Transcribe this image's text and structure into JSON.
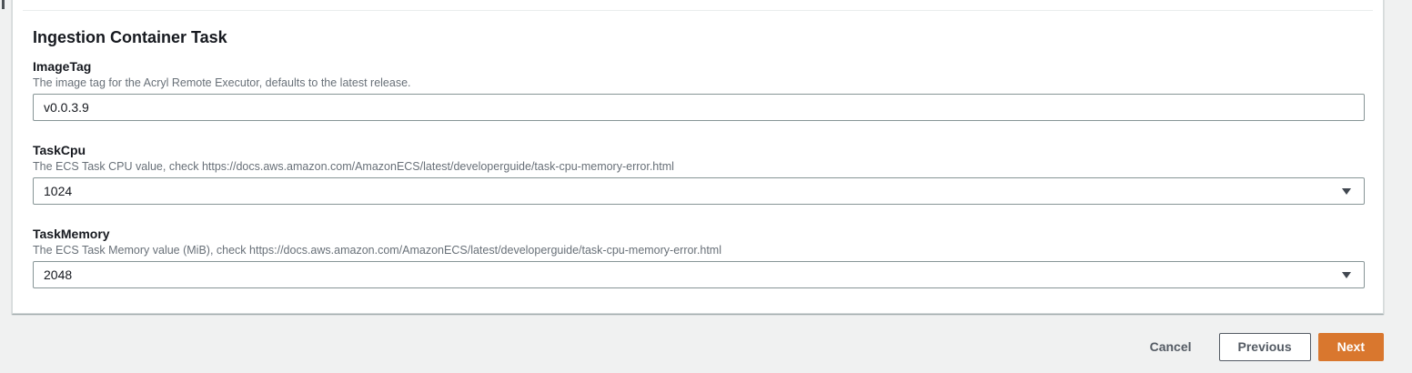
{
  "section": {
    "title": "Ingestion Container Task",
    "fields": [
      {
        "label": "ImageTag",
        "description": "The image tag for the Acryl Remote Executor, defaults to the latest release.",
        "value": "v0.0.3.9",
        "type": "text"
      },
      {
        "label": "TaskCpu",
        "description": "The ECS Task CPU value, check https://docs.aws.amazon.com/AmazonECS/latest/developerguide/task-cpu-memory-error.html",
        "value": "1024",
        "type": "select"
      },
      {
        "label": "TaskMemory",
        "description": "The ECS Task Memory value (MiB), check https://docs.aws.amazon.com/AmazonECS/latest/developerguide/task-cpu-memory-error.html",
        "value": "2048",
        "type": "select"
      }
    ]
  },
  "actions": {
    "cancel_label": "Cancel",
    "previous_label": "Previous",
    "next_label": "Next"
  },
  "icons": {
    "select_caret": "chevron-down-icon"
  },
  "colors": {
    "page_background": "#f0f1f1",
    "card_background": "#ffffff",
    "card_border": "#d5dbdb",
    "input_border": "#879596",
    "text_primary": "#16191f",
    "text_secondary": "#687078",
    "button_gray": "#545b64",
    "accent_orange": "#d9772e"
  }
}
